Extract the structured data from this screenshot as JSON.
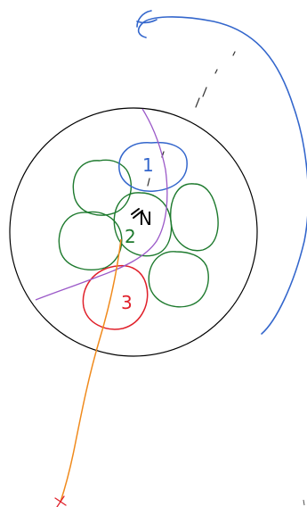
{
  "labels": {
    "blue_circle": "1",
    "center_circle": "2",
    "red_circle": "3",
    "center_mark": "N"
  },
  "colors": {
    "background": "#ffffff",
    "outer_circle": "#000000",
    "blue": "#3366cc",
    "green": "#1e7a2e",
    "red": "#e0202a",
    "purple": "#9b59c8",
    "orange": "#f08a1c",
    "dashed": "#333333"
  }
}
